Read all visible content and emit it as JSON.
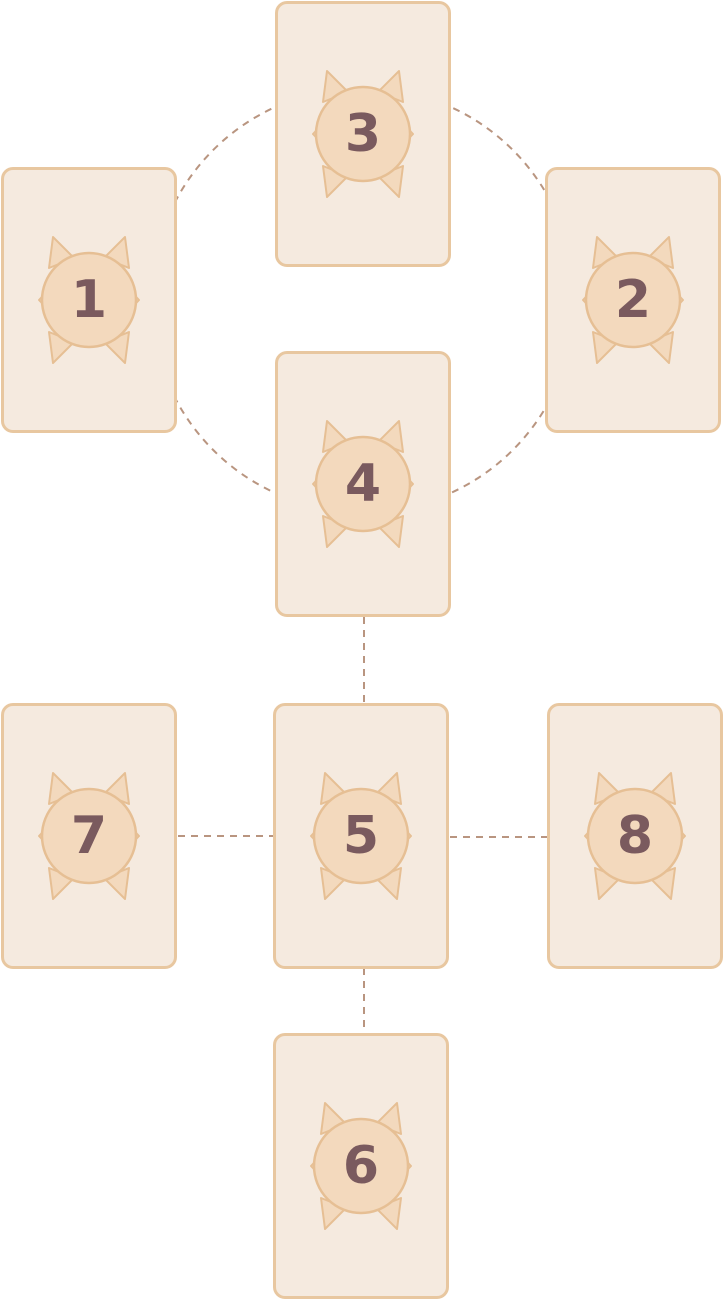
{
  "colors": {
    "card_fill": "#f5eadf",
    "card_border": "#e8c7a0",
    "emblem_fill": "#f3d9bd",
    "emblem_stroke": "#e6bf94",
    "number_text": "#7a5a5e",
    "connector": "#b99580"
  },
  "emblem_icon": "sun-icon",
  "cards": [
    {
      "id": "c1",
      "number": "1"
    },
    {
      "id": "c2",
      "number": "2"
    },
    {
      "id": "c3",
      "number": "3"
    },
    {
      "id": "c4",
      "number": "4"
    },
    {
      "id": "c5",
      "number": "5"
    },
    {
      "id": "c6",
      "number": "6"
    },
    {
      "id": "c7",
      "number": "7"
    },
    {
      "id": "c8",
      "number": "8"
    }
  ]
}
